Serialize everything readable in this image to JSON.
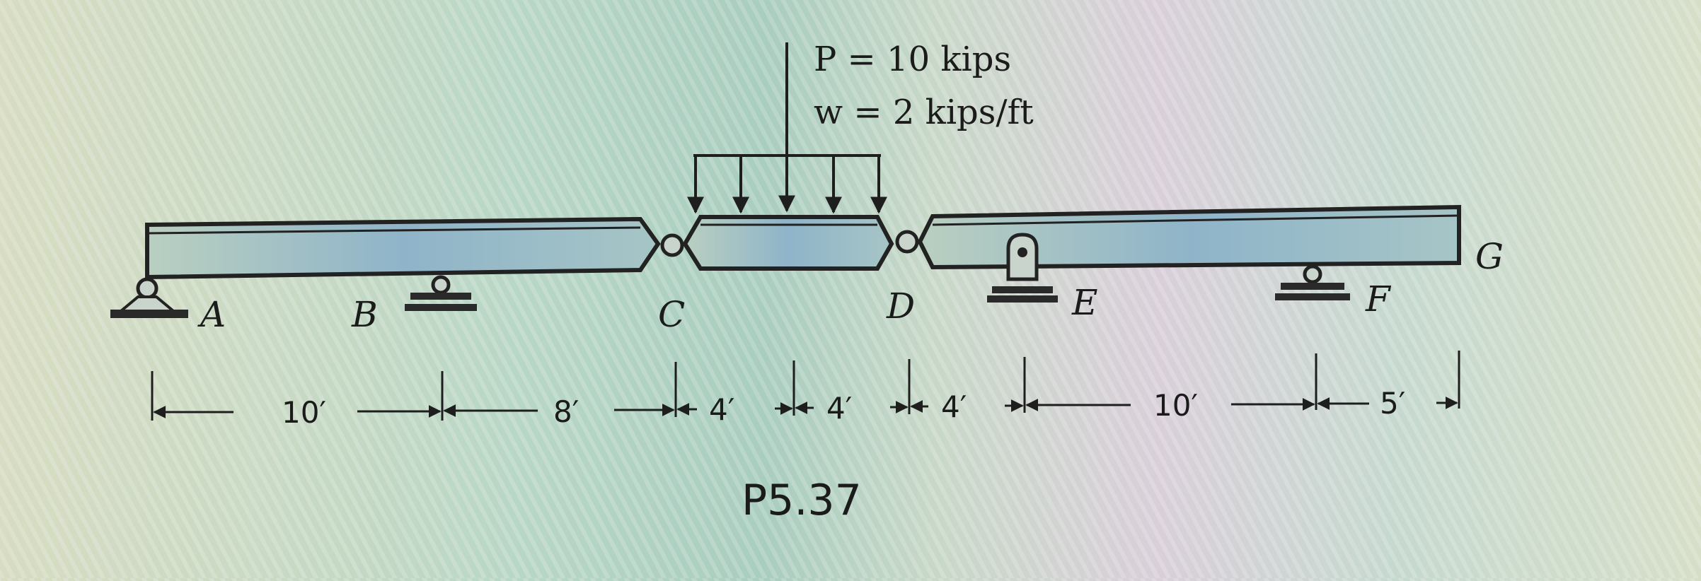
{
  "loads": {
    "point_load": "P = 10 kips",
    "distributed_load": "w = 2 kips/ft"
  },
  "points": {
    "A": "A",
    "B": "B",
    "C": "C",
    "D": "D",
    "E": "E",
    "F": "F",
    "G": "G"
  },
  "dimensions": [
    "10′",
    "8′",
    "4′",
    "4′",
    "4′",
    "10′",
    "5′"
  ],
  "caption": "P5.37"
}
